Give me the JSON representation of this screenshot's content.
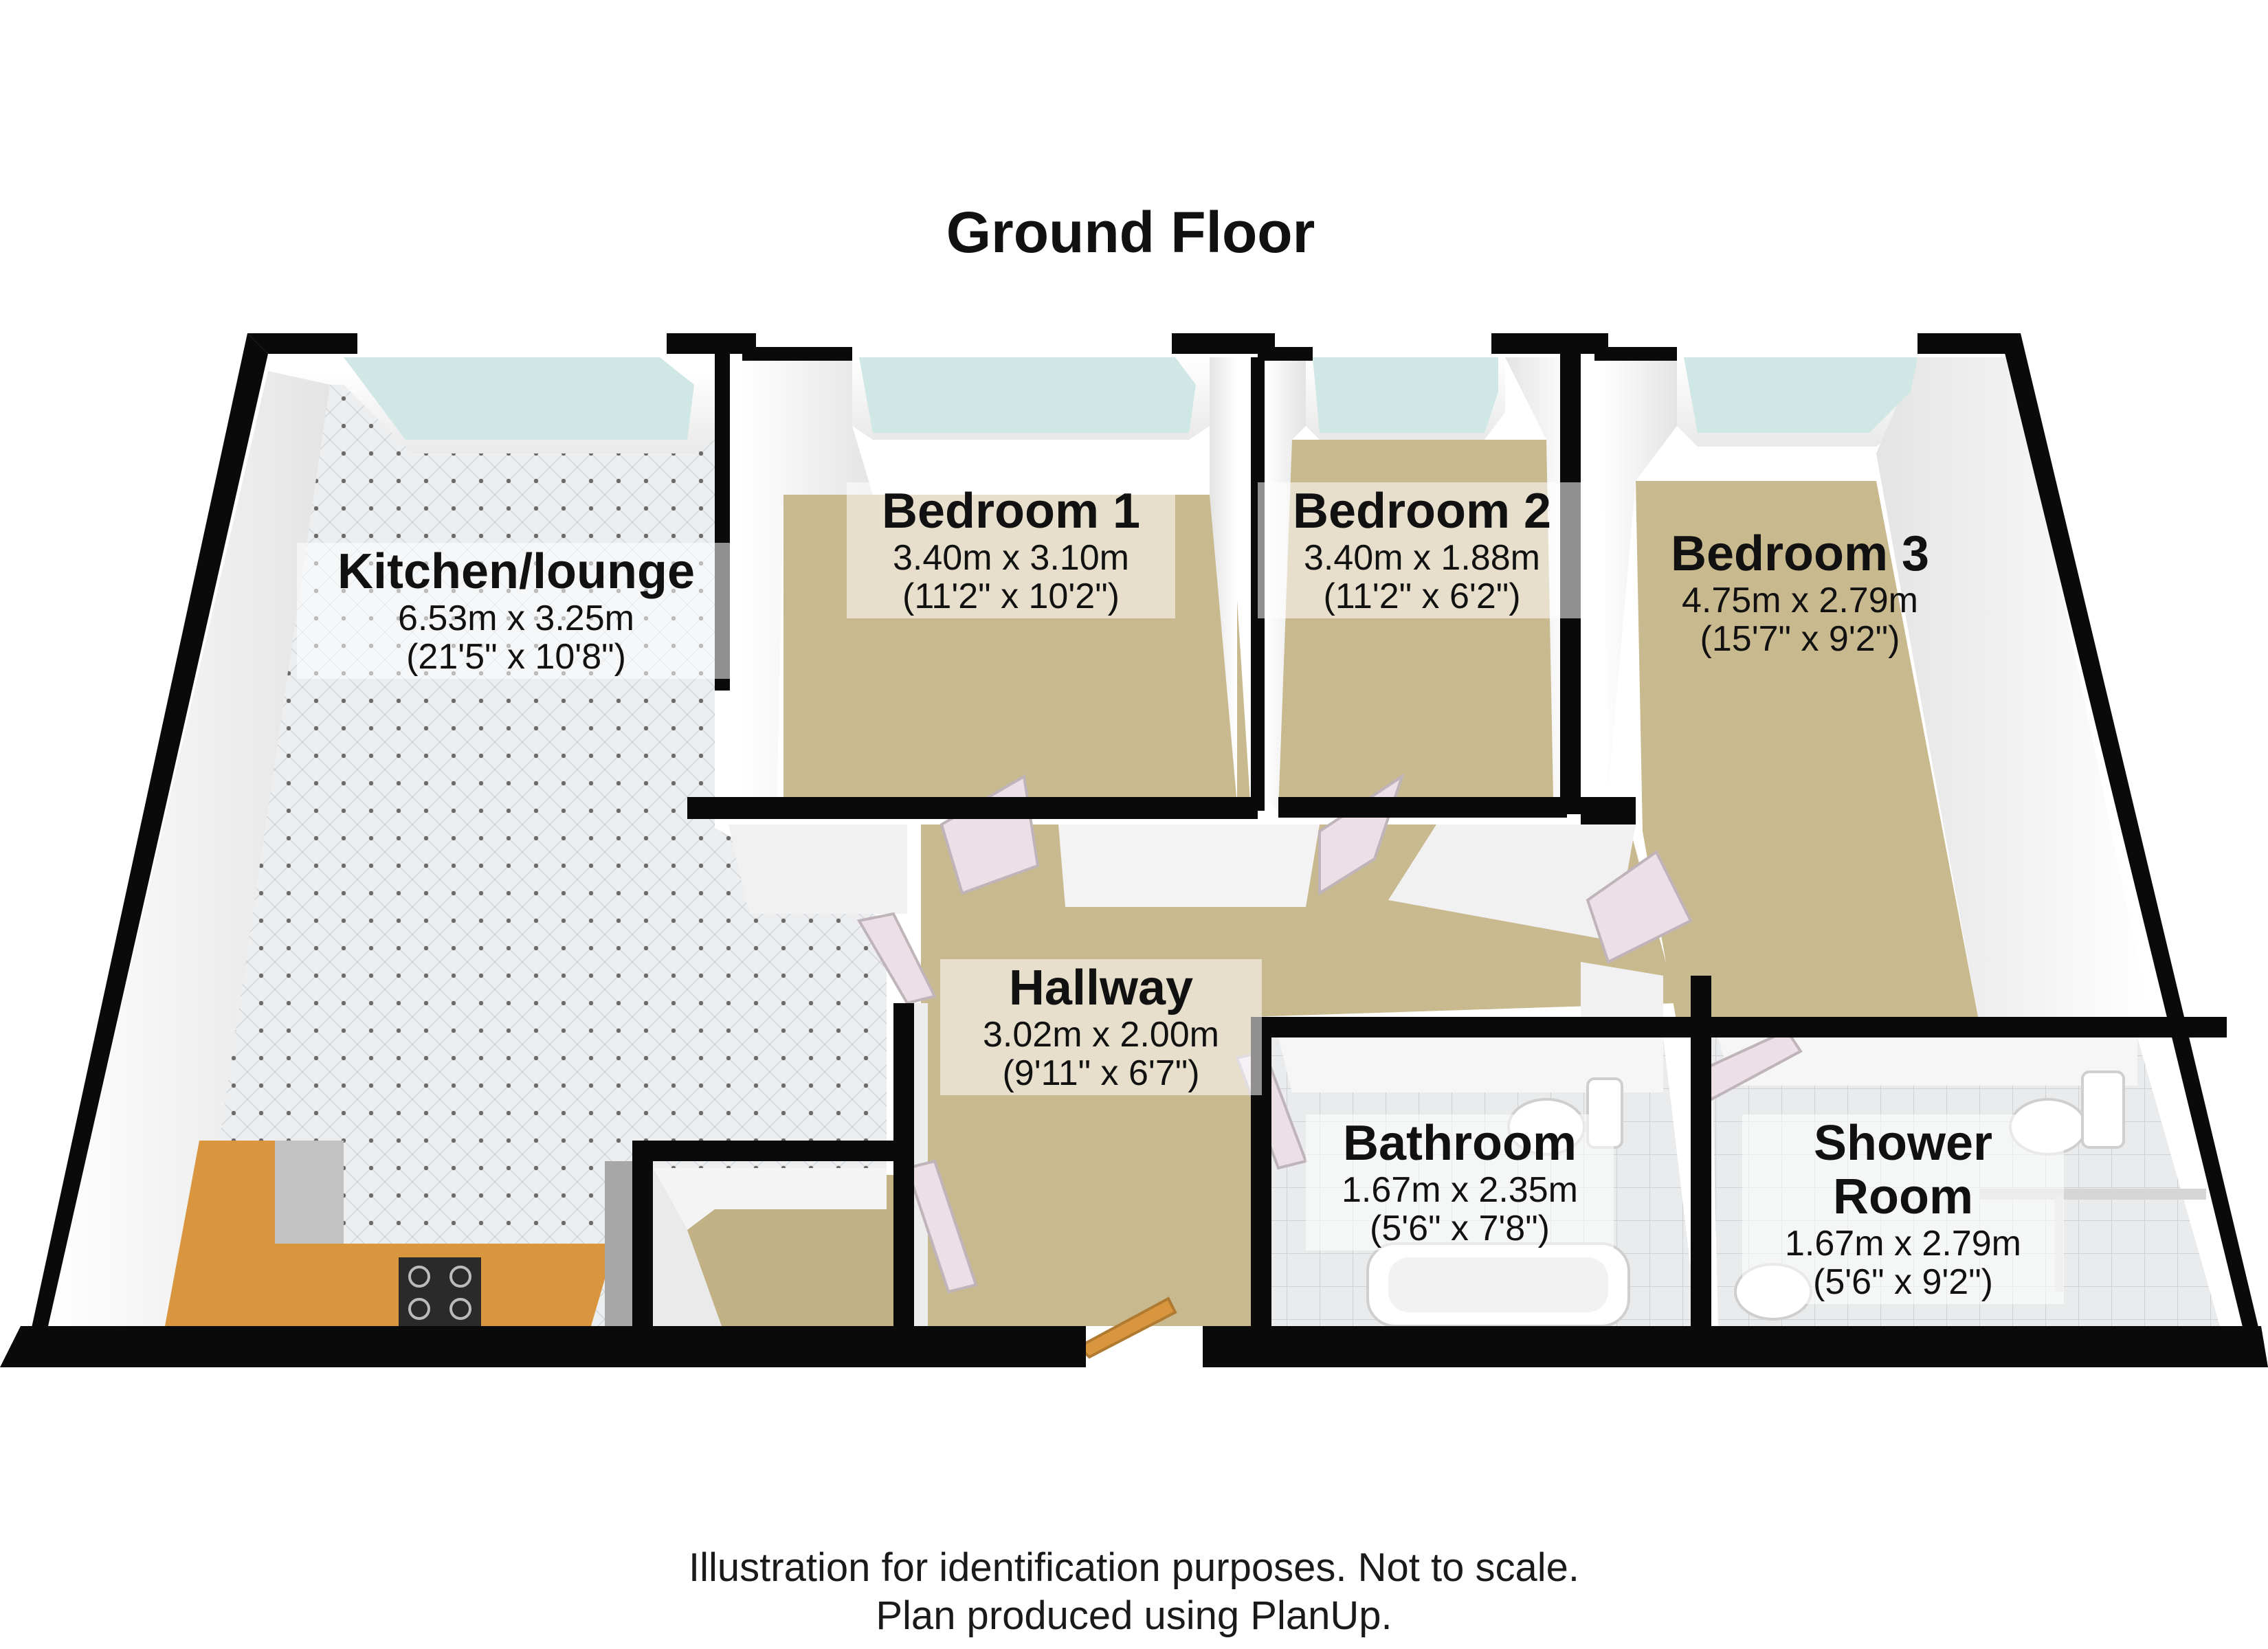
{
  "title": "Ground Floor",
  "rooms": {
    "kitchen": {
      "name": "Kitchen/lounge",
      "metric": "6.53m x 3.25m",
      "imperial": "(21'5\" x 10'8\")"
    },
    "bedroom1": {
      "name": "Bedroom 1",
      "metric": "3.40m x 3.10m",
      "imperial": "(11'2\" x 10'2\")"
    },
    "bedroom2": {
      "name": "Bedroom 2",
      "metric": "3.40m x 1.88m",
      "imperial": "(11'2\" x 6'2\")"
    },
    "bedroom3": {
      "name": "Bedroom 3",
      "metric": "4.75m x 2.79m",
      "imperial": "(15'7\" x 9'2\")"
    },
    "hallway": {
      "name": "Hallway",
      "metric": "3.02m x 2.00m",
      "imperial": "(9'11\" x 6'7\")"
    },
    "bathroom": {
      "name": "Bathroom",
      "metric": "1.67m x 2.35m",
      "imperial": "(5'6\" x 7'8\")"
    },
    "shower": {
      "name_line1": "Shower",
      "name_line2": "Room",
      "metric": "1.67m x 2.79m",
      "imperial": "(5'6\" x 9'2\")"
    }
  },
  "footer": {
    "line1": "Illustration for identification purposes. Not to scale.",
    "line2": "Plan produced using PlanUp."
  },
  "colors": {
    "wall": "#0a0a0a",
    "carpet": "#c9b98f",
    "tile": "#eceef0",
    "window": "#cfe8e6",
    "worktop": "#d9963f"
  }
}
